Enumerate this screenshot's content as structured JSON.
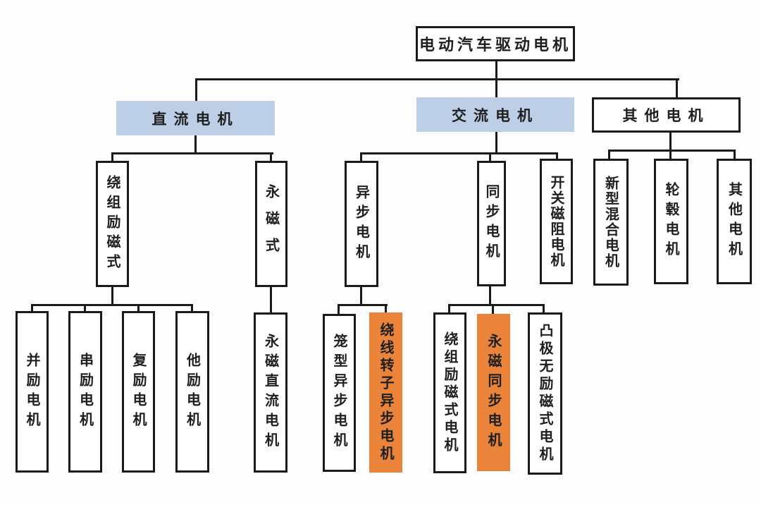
{
  "colors": {
    "page_bg": "#fdfdfd",
    "box_bg": "#ffffff",
    "line": "#1a1a1a",
    "text": "#1f1f1f",
    "branch_blue": "#bccfe6",
    "highlight_orange": "#e9843a"
  },
  "root": {
    "label": "电动汽车驱动电机"
  },
  "dc": {
    "label": "直流电机",
    "wound": {
      "label": "绕组励磁式",
      "children": [
        {
          "label": "并励电机"
        },
        {
          "label": "串励电机"
        },
        {
          "label": "复励电机"
        },
        {
          "label": "他励电机"
        }
      ]
    },
    "pm": {
      "label": "永磁式",
      "child": {
        "label": "永磁直流电机"
      }
    }
  },
  "ac": {
    "label": "交流电机",
    "asynchronous": {
      "label": "异步电机",
      "children": [
        {
          "label": "笼型异步电机",
          "highlighted": false
        },
        {
          "label": "绕线转子异步电机",
          "highlighted": true
        }
      ]
    },
    "synchronous": {
      "label": "同步电机",
      "children": [
        {
          "label": "绕组励磁式电机",
          "highlighted": false
        },
        {
          "label": "永磁同步电机",
          "highlighted": true
        },
        {
          "label": "凸极无励磁式电机",
          "highlighted": false
        }
      ]
    },
    "switched_reluctance": {
      "label": "开关磁阻电机"
    }
  },
  "other": {
    "label": "其他电机",
    "children": [
      {
        "label": "新型混合电机"
      },
      {
        "label": "轮毂电机"
      },
      {
        "label": "其他电机"
      }
    ]
  }
}
